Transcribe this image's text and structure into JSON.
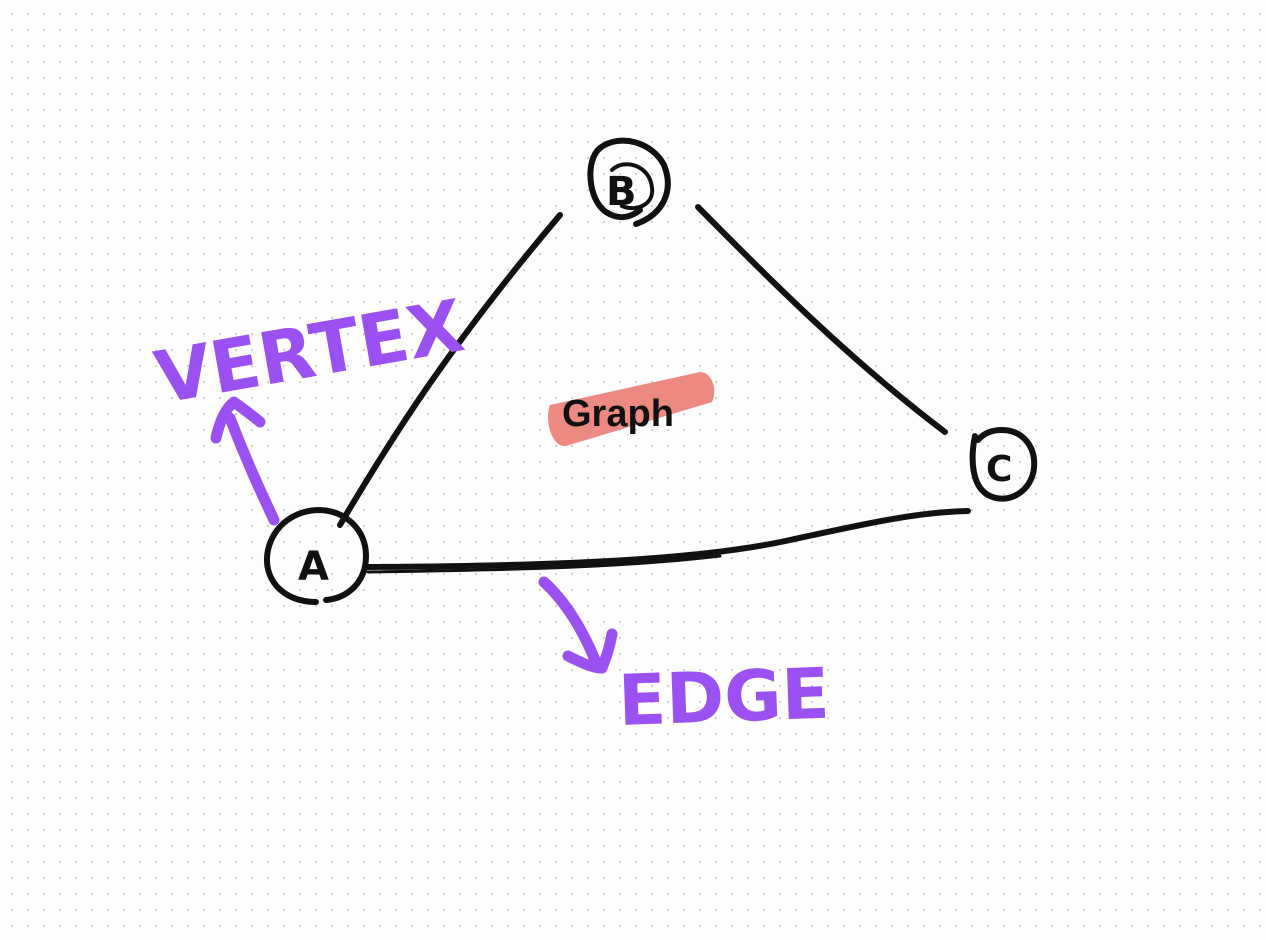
{
  "diagram": {
    "title": "Graph",
    "nodes": [
      {
        "id": "A",
        "label": "A"
      },
      {
        "id": "B",
        "label": "B"
      },
      {
        "id": "C",
        "label": "C"
      }
    ],
    "edges": [
      {
        "from": "A",
        "to": "B"
      },
      {
        "from": "B",
        "to": "C"
      },
      {
        "from": "A",
        "to": "C"
      }
    ],
    "annotations": {
      "vertex_label": "VERTEX",
      "edge_label": "EDGE"
    },
    "colors": {
      "ink": "#111111",
      "annotation": "#9b51f2",
      "highlight": "#ec8a82",
      "grid_dot": "#d4d4d4"
    }
  }
}
